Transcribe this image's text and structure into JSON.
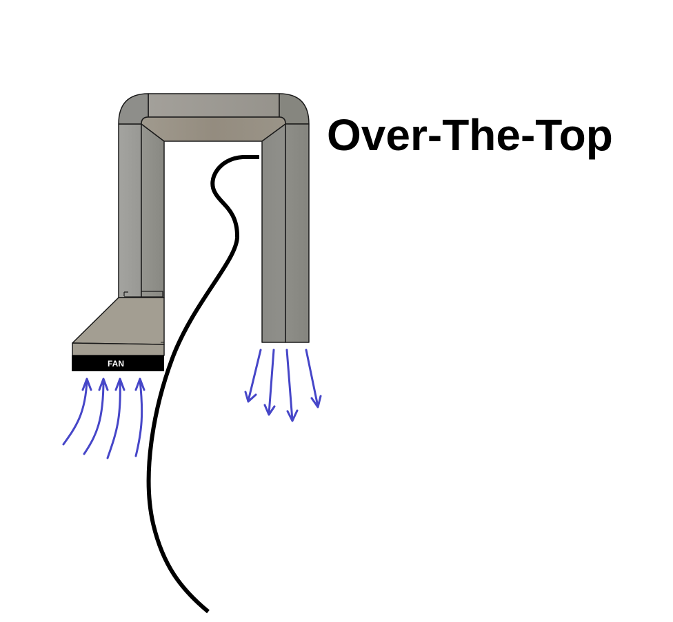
{
  "title": "Over-The-Top",
  "fan": {
    "label": "FAN"
  },
  "colors": {
    "duct_left": "#9a9a96",
    "duct_inner": "#8c8c86",
    "duct_top": "#9c968c",
    "duct_inner_top": "#978f82",
    "hood": "#a39e92",
    "fan_body": "#000000",
    "airflow_arrows": "#4646c8",
    "cable": "#000000",
    "outline": "#1a1a1a"
  },
  "diagram": {
    "components": [
      "duct-inlet-column",
      "duct-top-bridge",
      "duct-outlet-column",
      "range-hood",
      "fan",
      "power-cable"
    ],
    "intake_arrows": 4,
    "exhaust_arrows": 4
  }
}
